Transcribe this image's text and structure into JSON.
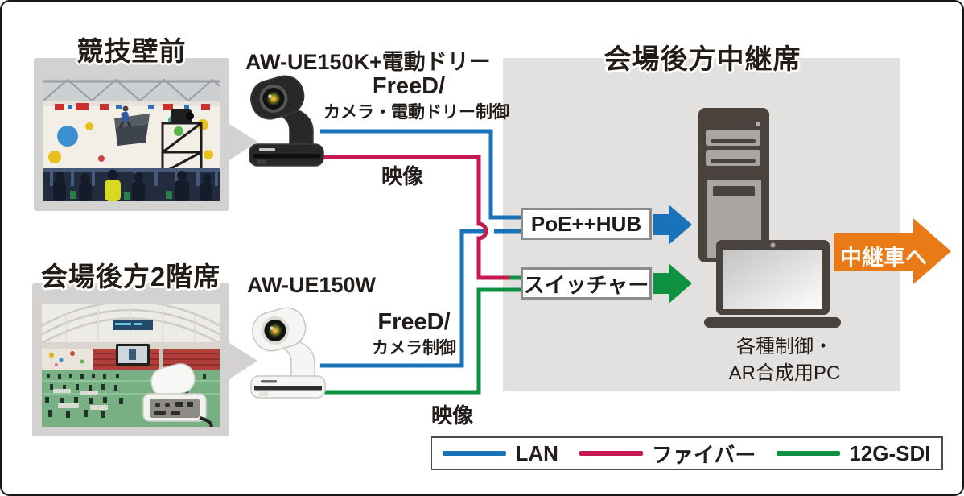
{
  "colors": {
    "lan_blue": "#1a72b8",
    "fiber_red": "#c81850",
    "sdi_green": "#0e9140",
    "arrow_orange": "#ea7a16",
    "panel_gray": "#e2e1e0",
    "device_dark": "#4a423d"
  },
  "scene_top": {
    "title": "競技壁前",
    "camera_model": "AW-UE150K+電動ドリー",
    "control_line1": "FreeD/",
    "control_line2": "カメラ・電動ドリー制御",
    "video_label": "映像"
  },
  "scene_bottom": {
    "title": "会場後方2階席",
    "camera_model": "AW-UE150W",
    "control_line1": "FreeD/",
    "control_line2": "カメラ制御",
    "video_label": "映像"
  },
  "station": {
    "title": "会場後方中継席",
    "hub": "PoE++HUB",
    "switcher": "スイッチャー",
    "pc_line1": "各種制御・",
    "pc_line2": "AR合成用PC",
    "output": "中継車へ"
  },
  "legend": {
    "items": [
      {
        "label": "LAN",
        "color": "#1a72b8"
      },
      {
        "label": "ファイバー",
        "color": "#c81850"
      },
      {
        "label": "12G-SDI",
        "color": "#0e9140"
      }
    ]
  }
}
